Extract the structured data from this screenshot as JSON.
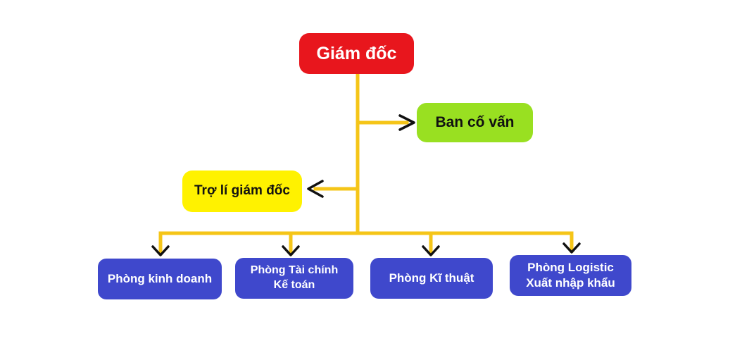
{
  "nodes": {
    "director": "Giám đốc",
    "advisory": "Ban cố vấn",
    "assistant": "Trợ lí giám đốc",
    "departments": [
      {
        "lines": [
          "Phòng kinh doanh"
        ]
      },
      {
        "lines": [
          "Phòng Tài chính",
          "Kế toán"
        ]
      },
      {
        "lines": [
          "Phòng Kĩ thuật"
        ]
      },
      {
        "lines": [
          "Phòng Logistic",
          "Xuất nhập khẩu"
        ]
      }
    ]
  },
  "colors": {
    "connector": "#f5c518",
    "arrow": "#111111",
    "director": "#e8161d",
    "advisory": "#99e021",
    "assistant": "#fff200",
    "department": "#3f48cc"
  }
}
